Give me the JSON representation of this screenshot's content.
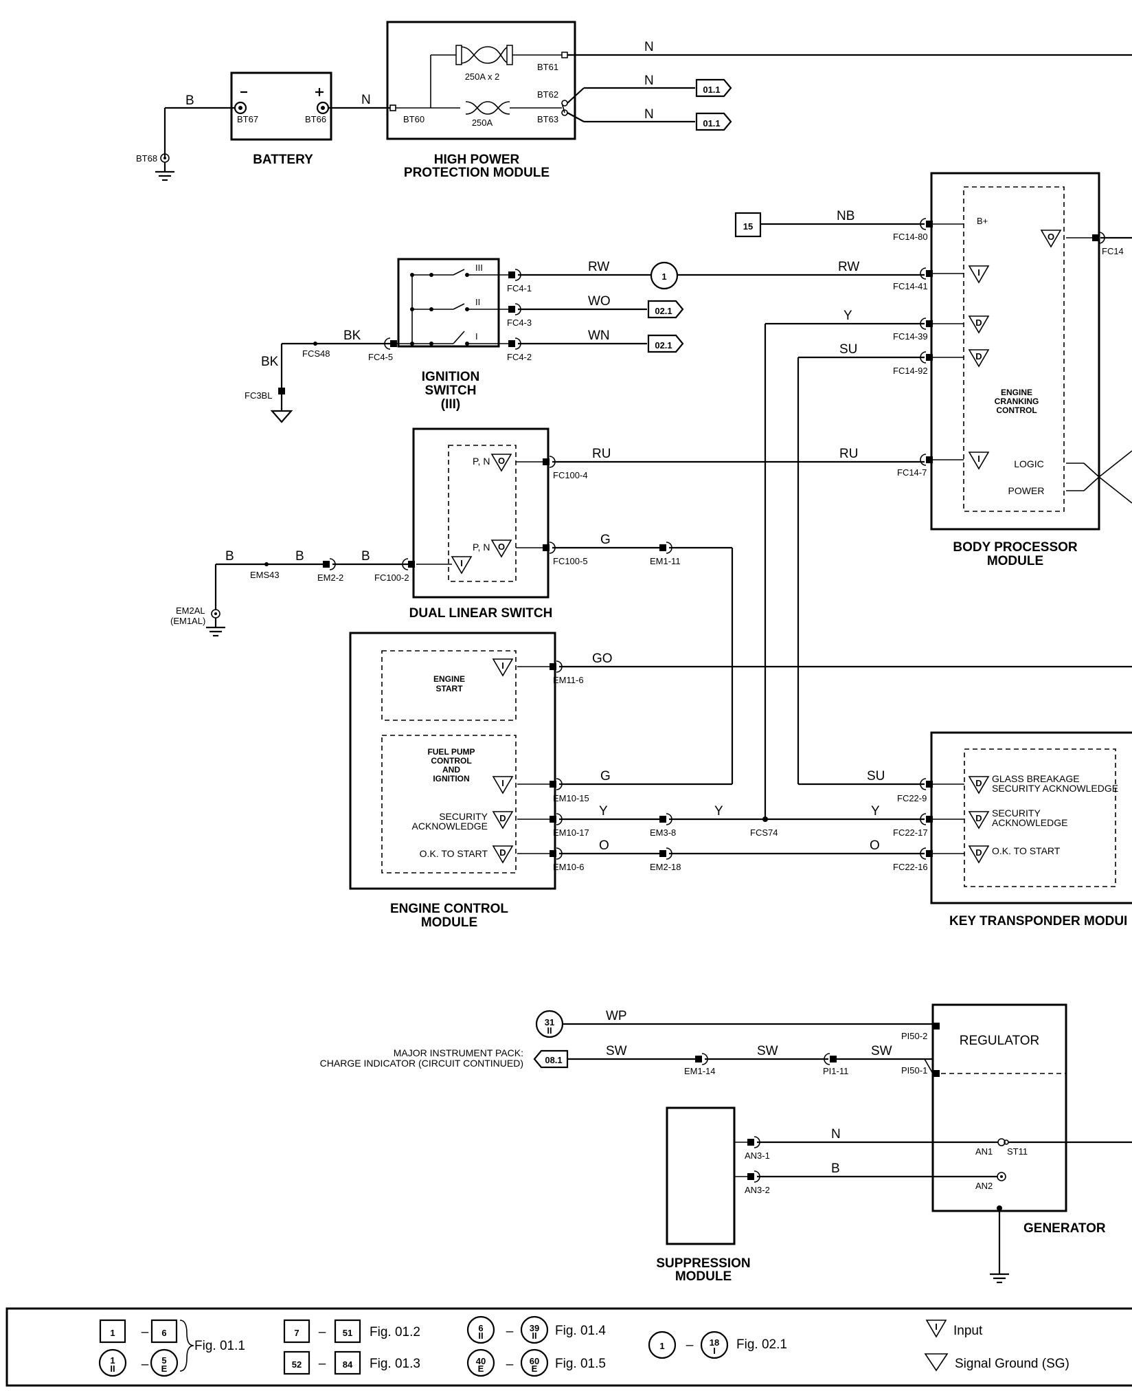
{
  "components": {
    "battery": "BATTERY",
    "hppm_1": "HIGH POWER",
    "hppm_2": "PROTECTION MODULE",
    "fuse_double": "250A x 2",
    "fuse_single": "250A",
    "ignition_1": "IGNITION",
    "ignition_2": "SWITCH",
    "ignition_3": "(III)",
    "dls": "DUAL LINEAR SWITCH",
    "ecm_1": "ENGINE CONTROL",
    "ecm_2": "MODULE",
    "bpm_1": "BODY PROCESSOR",
    "bpm_2": "MODULE",
    "ktm": "KEY TRANSPONDER MODUI",
    "suppression_1": "SUPPRESSION",
    "suppression_2": "MODULE",
    "generator": "GENERATOR",
    "regulator": "REGULATOR"
  },
  "inner_labels": {
    "engine_start_1": "ENGINE",
    "engine_start_2": "START",
    "fuel_1": "FUEL PUMP",
    "fuel_2": "CONTROL",
    "fuel_3": "AND",
    "fuel_4": "IGNITION",
    "sec_ack_1": "SECURITY",
    "sec_ack_2": "ACKNOWLEDGE",
    "ok_start": "O.K. TO START",
    "crank_1": "ENGINE",
    "crank_2": "CRANKING",
    "crank_3": "CONTROL",
    "logic": "LOGIC",
    "power": "POWER",
    "bplus": "B+",
    "glass_1": "GLASS BREAKAGE",
    "glass_2": "SECURITY ACKNOWLEDGE",
    "ktm_sec_1": "SECURITY",
    "ktm_sec_2": "ACKNOWLEDGE",
    "ktm_ok": "O.K. TO START",
    "pn": "P, N",
    "pn2": "P, N",
    "sw_III": "III",
    "sw_II": "II",
    "sw_I": "I",
    "major_1": "MAJOR INSTRUMENT PACK:",
    "major_2": "CHARGE INDICATOR (CIRCUIT CONTINUED)"
  },
  "wires": {
    "b1": "B",
    "n1": "N",
    "n2": "N",
    "n3": "N",
    "n4": "N",
    "nb": "NB",
    "rw1": "RW",
    "rw2": "RW",
    "wo": "WO",
    "wn": "WN",
    "bk1": "BK",
    "bk2": "BK",
    "y1": "Y",
    "su1": "SU",
    "ru1": "RU",
    "ru2": "RU",
    "g1": "G",
    "b2": "B",
    "b3": "B",
    "b4": "B",
    "go": "GO",
    "g2": "G",
    "y2": "Y",
    "y3": "Y",
    "y4": "Y",
    "o1": "O",
    "o2": "O",
    "su2": "SU",
    "wp": "WP",
    "sw1": "SW",
    "sw2": "SW",
    "sw3": "SW",
    "b5": "B"
  },
  "pins": {
    "bt68": "BT68",
    "bt67": "BT67",
    "bt66": "BT66",
    "bt60": "BT60",
    "bt61": "BT61",
    "bt62": "BT62",
    "bt63": "BT63",
    "fc14_80": "FC14-80",
    "fc14": "FC14",
    "fc14_41": "FC14-41",
    "fc14_39": "FC14-39",
    "fc14_92": "FC14-92",
    "fc14_7": "FC14-7",
    "fc4_1": "FC4-1",
    "fc4_3": "FC4-3",
    "fc4_2": "FC4-2",
    "fc4_5": "FC4-5",
    "fcs48": "FCS48",
    "fc3bl": "FC3BL",
    "fc100_4": "FC100-4",
    "fc100_5": "FC100-5",
    "fc100_2": "FC100-2",
    "em1_11": "EM1-11",
    "em2_2": "EM2-2",
    "ems43": "EMS43",
    "em2al": "EM2AL",
    "em1al": "(EM1AL)",
    "em11_6": "EM11-6",
    "em10_15": "EM10-15",
    "em10_17": "EM10-17",
    "em10_6": "EM10-6",
    "em3_8": "EM3-8",
    "em2_18": "EM2-18",
    "fcs74": "FCS74",
    "fc22_9": "FC22-9",
    "fc22_17": "FC22-17",
    "fc22_16": "FC22-16",
    "pi50_2": "PI50-2",
    "pi50_1": "PI50-1",
    "em1_14": "EM1-14",
    "pi1_11": "PI1-11",
    "an3_1": "AN3-1",
    "an3_2": "AN3-2",
    "an1": "AN1",
    "st11": "ST11",
    "an2": "AN2"
  },
  "refs": {
    "r01a": "01.1",
    "r01b": "01.1",
    "r02a": "02.1",
    "r02b": "02.1",
    "r08": "08.1",
    "sq15": "15",
    "c1": "1",
    "c31": "31",
    "c31s": "II"
  },
  "symbols": {
    "O": "O",
    "I": "I",
    "D": "D"
  },
  "legend": {
    "a1": "1",
    "a2": "6",
    "a3": "1",
    "a3s": "II",
    "a4": "5",
    "a4s": "E",
    "afig": "Fig. 01.1",
    "b1": "7",
    "b2": "51",
    "bfig": "Fig. 01.2",
    "c1": "52",
    "c2": "84",
    "cfig": "Fig. 01.3",
    "d1": "6",
    "d1s": "II",
    "d2": "39",
    "d2s": "II",
    "dfig": "Fig. 01.4",
    "e1": "40",
    "e1s": "E",
    "e2": "60",
    "e2s": "E",
    "efig": "Fig. 01.5",
    "f1": "1",
    "f2": "18",
    "f2s": "I",
    "ffig": "Fig. 02.1",
    "dash": "–",
    "input_sym": "I",
    "input": "Input",
    "sg": "Signal Ground (SG)"
  }
}
